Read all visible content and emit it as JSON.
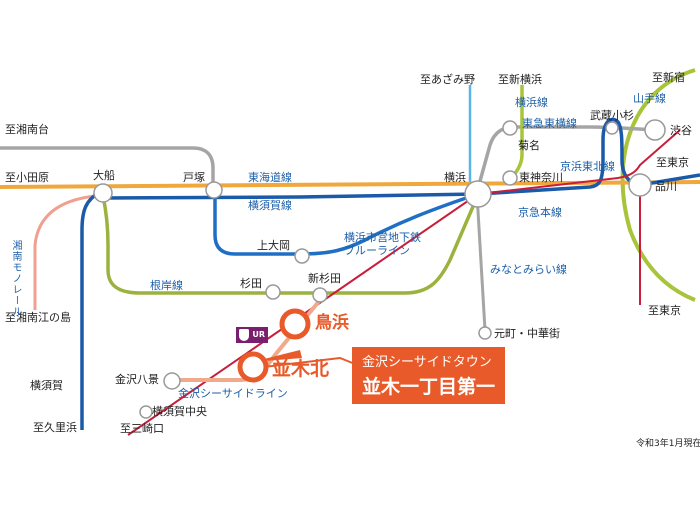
{
  "stations": {
    "ofuna": "大船",
    "totsuka": "戸塚",
    "yokohama": "横浜",
    "kikuna": "菊名",
    "higashikanagawa": "東神奈川",
    "musashikosugi": "武蔵小杉",
    "shibuya": "渋谷",
    "shinagawa": "品川",
    "kamiooka": "上大岡",
    "sugita": "杉田",
    "shinsugita": "新杉田",
    "torihama": "鳥浜",
    "namikikita": "並木北",
    "kanazawahakkei": "金沢八景",
    "yokosukachuo": "横須賀中央",
    "yokosuka": "横須賀",
    "motomachi": "元町・中華街"
  },
  "destinations": {
    "shonandai": "至湘南台",
    "odawara": "至小田原",
    "shonanenoshima": "至湘南江の島",
    "kurihama": "至久里浜",
    "misakiguchi": "至三崎口",
    "azamino": "至あざみ野",
    "shinyokohama": "至新横浜",
    "shinjuku": "至新宿",
    "tokyo_top": "至東京",
    "tokyo_bottom": "至東京"
  },
  "lines": {
    "tokaido": "東海道線",
    "yokosuka": "横須賀線",
    "keihin_tohoku": "京浜東北線",
    "negishi": "根岸線",
    "shonan_monorail": "湘南モノレール",
    "subway_1": "横浜市営地下鉄",
    "subway_2": "ブルーライン",
    "yokohama_line": "横浜線",
    "toyoko": "東急東横線",
    "yamanote": "山手線",
    "keikyu": "京急本線",
    "minatomirai": "みなとみらい線",
    "seaside": "金沢シーサイドライン"
  },
  "callout": {
    "line1": "金沢シーサイドタウン",
    "line2": "並木一丁目第一"
  },
  "logo": {
    "text": "UR"
  },
  "date_note": "令和3年1月現在",
  "colors": {
    "tokaido": "#f0a83c",
    "blue": "#1a5aa9",
    "negishi": "#9bb23f",
    "yokohama_line": "#a7c43b",
    "gray": "#a5a5a5",
    "red": "#c81e3c",
    "subway": "#1f6fc5",
    "light_blue": "#5ab4e6",
    "monorail": "#f0a090",
    "seaside": "#f0a98a",
    "accent": "#e85a29"
  }
}
